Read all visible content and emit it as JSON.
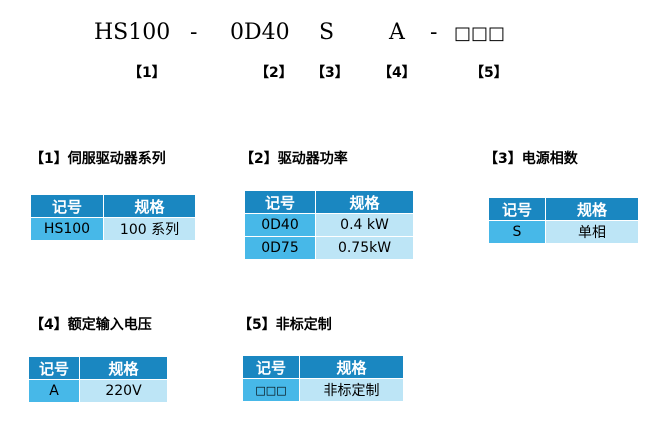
{
  "model_string": {
    "series": "HS100",
    "dash1": "-",
    "power": "0D40",
    "phase": "S",
    "voltage": "A",
    "dash2": "-",
    "custom": "□□□"
  },
  "indices": [
    "【1】",
    "【2】",
    "【3】",
    "【4】",
    "【5】"
  ],
  "sections": [
    {
      "title": "【1】伺服驱动器系列",
      "headers": [
        "记号",
        "规格"
      ],
      "rows": [
        [
          "HS100",
          "100 系列"
        ]
      ]
    },
    {
      "title": "【2】驱动器功率",
      "headers": [
        "记号",
        "规格"
      ],
      "rows": [
        [
          "0D40",
          "0.4 kW"
        ],
        [
          "0D75",
          "0.75kW"
        ]
      ]
    },
    {
      "title": "【3】电源相数",
      "headers": [
        "记号",
        "规格"
      ],
      "rows": [
        [
          "S",
          "单相"
        ]
      ]
    },
    {
      "title": "【4】额定输入电压",
      "headers": [
        "记号",
        "规格"
      ],
      "rows": [
        [
          "A",
          "220V"
        ]
      ]
    },
    {
      "title": "【5】非标定制",
      "headers": [
        "记号",
        "规格"
      ],
      "rows": [
        [
          "□□□",
          "非标定制"
        ]
      ]
    }
  ],
  "colors": {
    "header_bg": "#1a87c1",
    "code_bg": "#47b8e8",
    "value_bg": "#bde5f6"
  }
}
